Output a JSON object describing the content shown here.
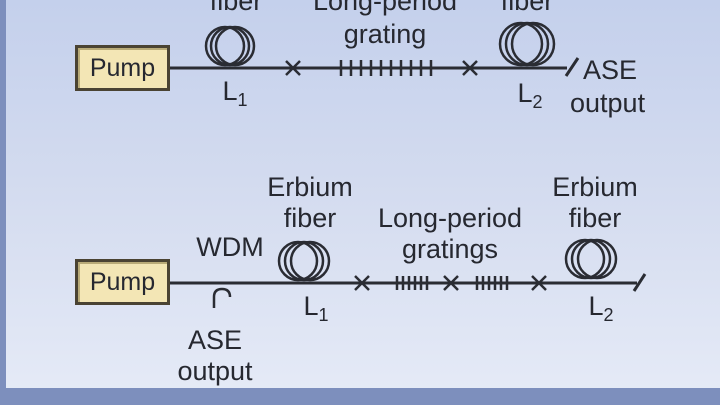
{
  "top": {
    "fiber1_label": "fiber",
    "grating_label_line1": "Long-period",
    "grating_label_line2": "grating",
    "fiber2_label": "fiber",
    "pump_label": "Pump",
    "length1_main": "L",
    "length1_sub": "1",
    "length2_main": "L",
    "length2_sub": "2",
    "output_line1": "ASE",
    "output_line2": "output"
  },
  "bottom": {
    "fiber1_label_line1": "Erbium",
    "fiber1_label_line2": "fiber",
    "wdm_label": "WDM",
    "gratings_label_line1": "Long-period",
    "gratings_label_line2": "gratings",
    "fiber2_label_line1": "Erbium",
    "fiber2_label_line2": "fiber",
    "pump_label": "Pump",
    "length1_main": "L",
    "length1_sub": "1",
    "length2_main": "L",
    "length2_sub": "2",
    "output_line1": "ASE",
    "output_line2": "output"
  },
  "colors": {
    "background": "#d3dbef",
    "frame": "#7d8fbd",
    "pump_fill": "#f3e6b5",
    "line": "#2a2c33"
  }
}
